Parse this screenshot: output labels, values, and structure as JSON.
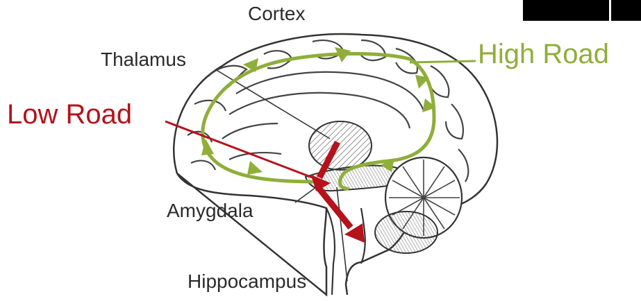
{
  "labels": {
    "cortex": "Cortex",
    "thalamus": "Thalamus",
    "amygdala": "Amygdala",
    "hippocampus": "Hippocampus",
    "high_road": "High Road",
    "low_road": "Low Road"
  },
  "colors": {
    "high_road": "#8fae3a",
    "low_road": "#b5121b",
    "outline": "#333333"
  }
}
